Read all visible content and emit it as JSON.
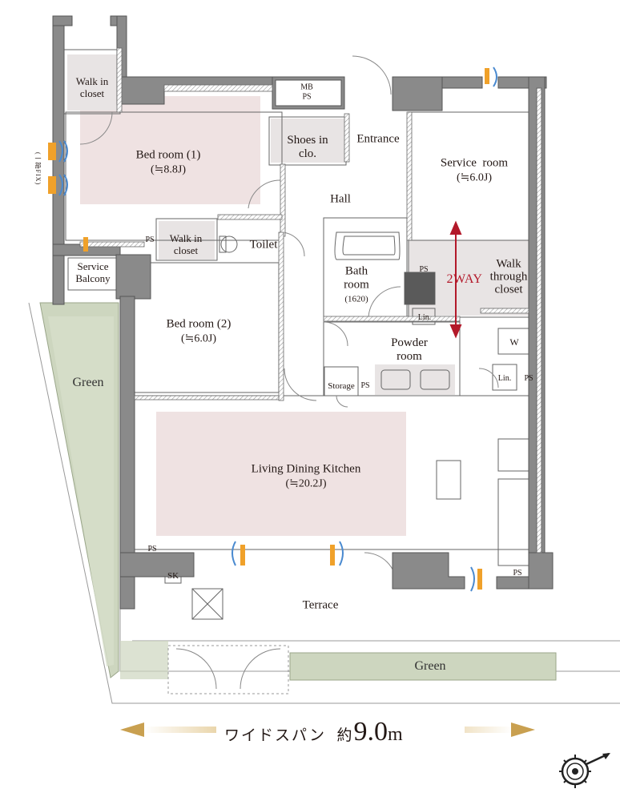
{
  "rooms": {
    "walk_in_closet_1": {
      "name": "Walk in\ncloset"
    },
    "bed_room_1": {
      "name": "Bed room (1)",
      "area": "(≒8.8J)"
    },
    "shoes_in_closet": {
      "name": "Shoes in\nclo."
    },
    "entrance": {
      "name": "Entrance"
    },
    "mb_ps": {
      "name": "MB\nPS"
    },
    "service_room": {
      "name": "Service  room",
      "area": "(≒6.0J)"
    },
    "hall": {
      "name": "Hall"
    },
    "walk_in_closet_2": {
      "name": "Walk in\ncloset"
    },
    "toilet": {
      "name": "Toilet"
    },
    "bath_room": {
      "name": "Bath\nroom",
      "size": "(1620)"
    },
    "walk_through_closet": {
      "name": "Walk\nthrough\ncloset"
    },
    "service_balcony": {
      "name": "Service\nBalcony"
    },
    "bed_room_2": {
      "name": "Bed room (2)",
      "area": "(≒6.0J)"
    },
    "powder_room": {
      "name": "Powder\nroom"
    },
    "storage": {
      "name": "Storage"
    },
    "ldk": {
      "name": "Living Dining Kitchen",
      "area": "(≒20.2J)"
    },
    "terrace": {
      "name": "Terrace"
    }
  },
  "labels": {
    "ps": "PS",
    "lin": "Lin.",
    "washer": "W",
    "sink": "SK",
    "two_way": "2WAY",
    "green_left": "Green",
    "green_bottom": "Green",
    "fix_note": "(一部FIX)"
  },
  "span": {
    "prefix": "ワイドスパン  約",
    "value": "9.0",
    "unit": "m"
  },
  "colors": {
    "wall": "#8a8a8a",
    "wall_dark": "#5a5a5a",
    "floor_pink": "#efe2e2",
    "closet_gray": "#e8e4e4",
    "green_fill": "#cfd8c0",
    "red_arrow": "#b3192a",
    "gold": "#c9a050"
  }
}
